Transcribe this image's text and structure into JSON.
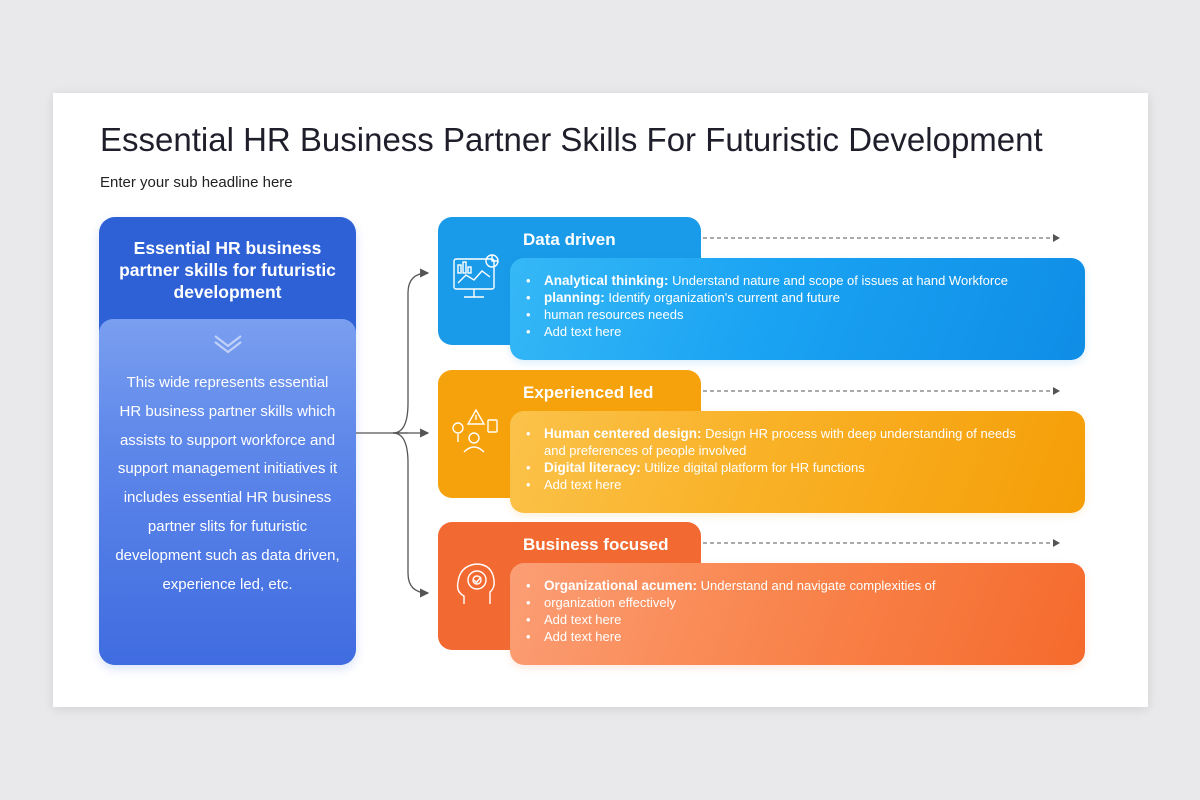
{
  "slide": {
    "title": "Essential HR Business Partner Skills For Futuristic Development",
    "subtitle": "Enter your sub headline here"
  },
  "left_card": {
    "heading": "Essential HR business partner skills for futuristic development",
    "chevron_icon": "chevron-down-icon",
    "description": "This wide represents essential HR business partner skills which assists to support workforce and support management initiatives it includes essential HR business partner slits for futuristic development such as data driven, experience led, etc."
  },
  "colors": {
    "left_card": "#2e60d6",
    "data_driven": "#1a9be9",
    "experienced_led": "#f6a20c",
    "business_focused": "#f26a32"
  },
  "skills": [
    {
      "title": "Data driven",
      "icon": "analytics-dashboard-icon",
      "bullets": [
        {
          "bold": "Analytical thinking:",
          "text": "Understand nature and scope of issues at hand Workforce"
        },
        {
          "bold": "planning:",
          "text": "Identify organization's current and future"
        },
        {
          "bold": "",
          "text": "human resources needs"
        },
        {
          "bold": "",
          "text": "Add text here"
        }
      ]
    },
    {
      "title": "Experienced led",
      "icon": "people-warning-icon",
      "bullets": [
        {
          "bold": "Human centered design:",
          "text": "Design HR process with deep understanding of needs",
          "cont": "and preferences of people involved"
        },
        {
          "bold": "Digital literacy:",
          "text": "Utilize digital platform for HR functions"
        },
        {
          "bold": "",
          "text": "Add text here"
        }
      ]
    },
    {
      "title": "Business focused",
      "icon": "head-target-icon",
      "bullets": [
        {
          "bold": "Organizational acumen:",
          "text": "Understand and navigate complexities of"
        },
        {
          "bold": "",
          "text": "organization effectively"
        },
        {
          "bold": "",
          "text": "Add text here"
        },
        {
          "bold": "",
          "text": "Add text here"
        }
      ]
    }
  ]
}
